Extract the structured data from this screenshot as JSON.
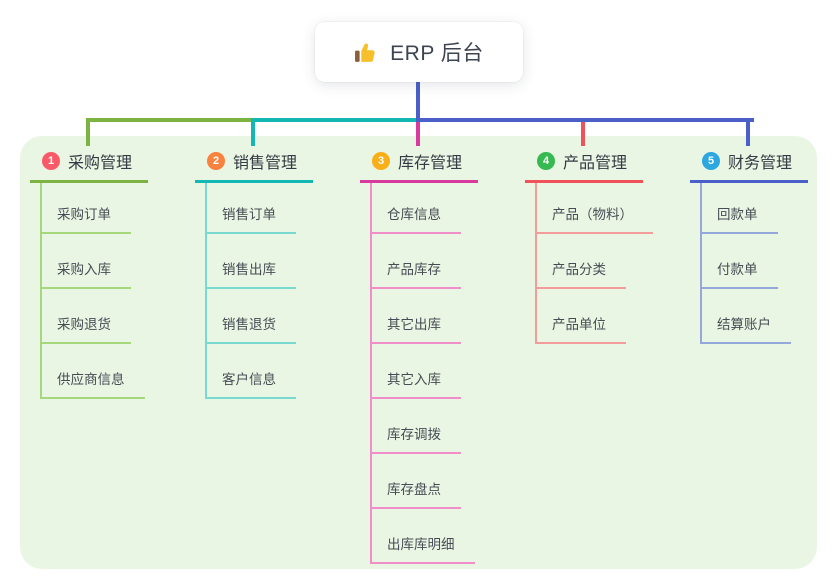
{
  "root": {
    "title": "ERP 后台",
    "icon": "thumbs-up"
  },
  "panel": {
    "background": "#eaf6e4"
  },
  "connector": {
    "root_line_color": "#4a5fc8",
    "bus_colors": [
      "#7cb342",
      "#14b8b2",
      "#4a5fc8"
    ]
  },
  "branches": [
    {
      "index": "1",
      "label": "采购管理",
      "badge_color": "#fa5a68",
      "line_color": "#7cb342",
      "sub_line_color": "#a6d77d",
      "children": [
        "采购订单",
        "采购入库",
        "采购退货",
        "供应商信息"
      ]
    },
    {
      "index": "2",
      "label": "销售管理",
      "badge_color": "#f8823e",
      "line_color": "#14b8b2",
      "sub_line_color": "#7ad9cf",
      "children": [
        "销售订单",
        "销售出库",
        "销售退货",
        "客户信息"
      ]
    },
    {
      "index": "3",
      "label": "库存管理",
      "badge_color": "#f9af17",
      "line_color": "#d83a9d",
      "sub_line_color": "#ef8ec8",
      "children": [
        "仓库信息",
        "产品库存",
        "其它出库",
        "其它入库",
        "库存调拨",
        "库存盘点",
        "出库库明细"
      ]
    },
    {
      "index": "4",
      "label": "产品管理",
      "badge_color": "#36b950",
      "line_color": "#f15158",
      "sub_line_color": "#f49c9c",
      "children": [
        "产品（物料）",
        "产品分类",
        "产品单位"
      ]
    },
    {
      "index": "5",
      "label": "财务管理",
      "badge_color": "#2ca7e0",
      "line_color": "#4a5fc8",
      "sub_line_color": "#94a8db",
      "children": [
        "回款单",
        "付款单",
        "结算账户"
      ]
    }
  ]
}
